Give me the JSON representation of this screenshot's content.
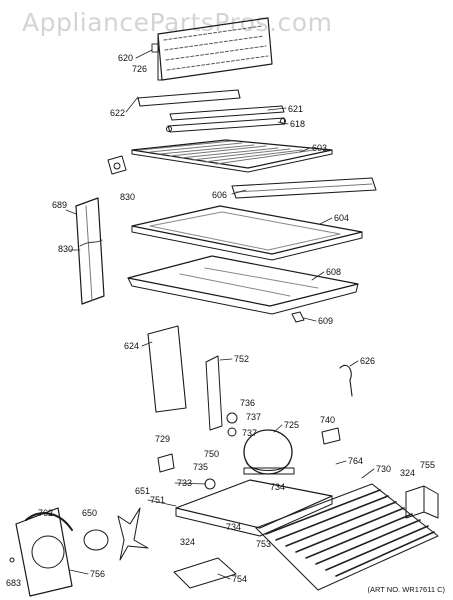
{
  "watermark": "AppliancePartsPros.com",
  "art_number": "(ART NO. WR17611 C)",
  "parts": [
    {
      "key": "p620",
      "num": "620"
    },
    {
      "key": "p726",
      "num": "726"
    },
    {
      "key": "p622",
      "num": "622"
    },
    {
      "key": "p621",
      "num": "621"
    },
    {
      "key": "p618",
      "num": "618"
    },
    {
      "key": "p603",
      "num": "603"
    },
    {
      "key": "p830a",
      "num": "830"
    },
    {
      "key": "p606",
      "num": "606"
    },
    {
      "key": "p689",
      "num": "689"
    },
    {
      "key": "p604",
      "num": "604"
    },
    {
      "key": "p830b",
      "num": "830"
    },
    {
      "key": "p608",
      "num": "608"
    },
    {
      "key": "p609",
      "num": "609"
    },
    {
      "key": "p624",
      "num": "624"
    },
    {
      "key": "p752",
      "num": "752"
    },
    {
      "key": "p626",
      "num": "626"
    },
    {
      "key": "p736",
      "num": "736"
    },
    {
      "key": "p737a",
      "num": "737"
    },
    {
      "key": "p737b",
      "num": "737"
    },
    {
      "key": "p740",
      "num": "740"
    },
    {
      "key": "p725",
      "num": "725"
    },
    {
      "key": "p729",
      "num": "729"
    },
    {
      "key": "p750",
      "num": "750"
    },
    {
      "key": "p735",
      "num": "735"
    },
    {
      "key": "p764",
      "num": "764"
    },
    {
      "key": "p730",
      "num": "730"
    },
    {
      "key": "p324a",
      "num": "324"
    },
    {
      "key": "p755",
      "num": "755"
    },
    {
      "key": "p733",
      "num": "733"
    },
    {
      "key": "p734a",
      "num": "734"
    },
    {
      "key": "p651",
      "num": "651"
    },
    {
      "key": "p762",
      "num": "762"
    },
    {
      "key": "p650",
      "num": "650"
    },
    {
      "key": "p751",
      "num": "751"
    },
    {
      "key": "p734b",
      "num": "734"
    },
    {
      "key": "p753",
      "num": "753"
    },
    {
      "key": "p324b",
      "num": "324"
    },
    {
      "key": "p756",
      "num": "756"
    },
    {
      "key": "p754",
      "num": "754"
    },
    {
      "key": "p683",
      "num": "683"
    }
  ]
}
